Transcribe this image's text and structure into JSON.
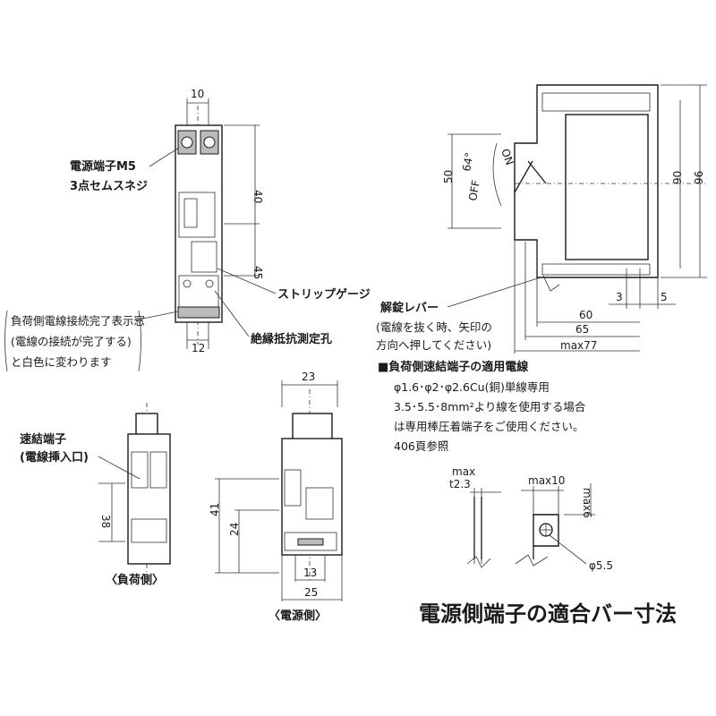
{
  "front_view": {
    "dim_top_width": "10",
    "label_power_terminal_1": "電源端子M5",
    "label_power_terminal_2": "3点セムスネジ",
    "dim_height_upper": "40",
    "dim_height_lower": "45",
    "label_strip_gauge": "ストリップゲージ",
    "label_indicator_1": "負荷側電線接続完了表示窓",
    "label_indicator_2": "(電線の接続が完了する)",
    "label_indicator_3": "と白色に変わります",
    "label_insulation_hole": "絶縁抵抗測定孔",
    "dim_bottom_width": "12"
  },
  "side_view": {
    "dim_50": "50",
    "dim_90": "90",
    "dim_96": "96",
    "angle_64": "64°",
    "label_on": "ON",
    "label_off": "OFF",
    "dim_3": "3",
    "dim_5": "5",
    "dim_60": "60",
    "dim_65": "65",
    "dim_max77": "max77",
    "label_release_lever_1": "解錠レバー",
    "label_release_lever_2": "(電線を抜く時、矢印の",
    "label_release_lever_3": "方向へ押してください)"
  },
  "wire_spec": {
    "heading": "■負荷側速結端子の適用電線",
    "line1": "φ1.6･φ2･φ2.6Cu(銅)単線専用",
    "line2": "3.5･5.5･8mm²より線を使用する場合",
    "line3": "は専用棒圧着端子をご使用ください。",
    "line4": "406頁参照"
  },
  "load_side_view": {
    "label_quick_terminal_1": "速結端子",
    "label_quick_terminal_2": "(電線挿入口)",
    "dim_38": "38",
    "caption": "〈負荷側〉"
  },
  "power_side_view": {
    "dim_23": "23",
    "dim_41": "41",
    "dim_24": "24",
    "dim_13": "13",
    "dim_25": "25",
    "caption": "〈電源側〉"
  },
  "bar_spec": {
    "dim_thickness_max": "max",
    "dim_thickness": "t2.3",
    "dim_max10": "max10",
    "dim_max6": "max6",
    "dim_hole": "φ5.5",
    "title": "電源側端子の適合バー寸法"
  }
}
